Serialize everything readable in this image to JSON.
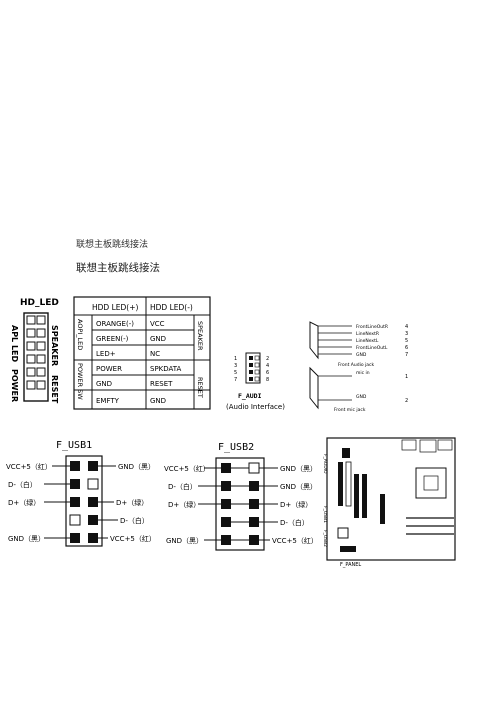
{
  "headings": {
    "small": "联想主板跳线接法",
    "large": "联想主板跳线接法"
  },
  "front_panel": {
    "side_labels": {
      "hd_led": "HD_LED",
      "apl_led": "APL LED",
      "power": "POWER",
      "speaker": "SPEAKER",
      "reset": "RESET"
    },
    "table_headers": [
      "HDD LED(+)",
      "HDD LED(-)"
    ],
    "rows": [
      [
        "ORANGE(-)",
        "VCC"
      ],
      [
        "GREEN(-)",
        "GND"
      ],
      [
        "LED+",
        "NC"
      ],
      [
        "POWER",
        "SPKDATA"
      ],
      [
        "GND",
        "RESET"
      ],
      [
        "EMFTY",
        "GND"
      ]
    ],
    "left_groups": [
      "AOPI_LED",
      "POWER SW"
    ],
    "right_groups": [
      "SPEAKER",
      "RESET"
    ]
  },
  "f_audi": {
    "title": "F_AUDI",
    "subtitle": "(Audio Interface)",
    "pin_numbers_left": [
      "1",
      "3",
      "5",
      "7"
    ],
    "pin_numbers_right": [
      "2",
      "4",
      "6",
      "8"
    ]
  },
  "audio_jack": {
    "lines": [
      {
        "label": "FrontLineOutR",
        "num": "4"
      },
      {
        "label": "LineNextR",
        "num": "3"
      },
      {
        "label": "LineNextL",
        "num": "5"
      },
      {
        "label": "FrontLineOutL",
        "num": "6"
      },
      {
        "label": "GND",
        "num": "7"
      }
    ],
    "front_audio_jack": "Front Audio jack",
    "mic_in": "mic in",
    "mic_num": "1",
    "gnd": "GND",
    "gnd_num": "2",
    "front_mic_jack": "Front mic jack"
  },
  "f_usb1": {
    "title": "F_USB1",
    "left": [
      "VCC+5（红）",
      "D-（白）",
      "D+（绿）",
      "GND（黑）"
    ],
    "right": [
      "GND（黑）",
      "D+（绿）",
      "D-（白）",
      "VCC+5（红）"
    ]
  },
  "f_usb2": {
    "title": "F_USB2",
    "left": [
      "VCC+5（红）",
      "D-（白）",
      "D+（绿）",
      "GND（黑）"
    ],
    "right": [
      "GND（黑）",
      "GND（黑）",
      "D+（绿）",
      "D-（白）",
      "VCC+5（红）"
    ]
  },
  "motherboard": {
    "labels": [
      "F_AUDIO",
      "F_USB1",
      "F_USB2",
      "F_PANEL"
    ]
  }
}
